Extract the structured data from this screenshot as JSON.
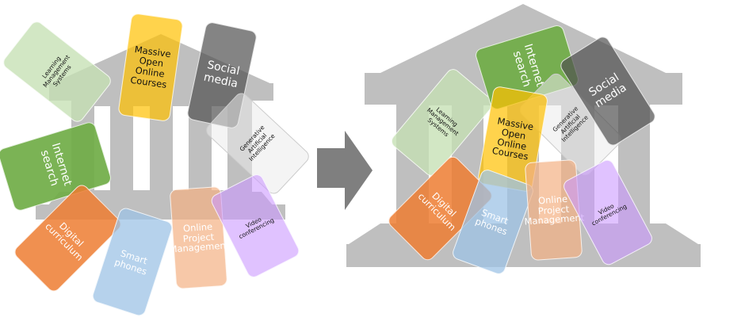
{
  "colors": {
    "building": "#bfbfbf",
    "arrow": "#7f7f7f"
  },
  "icons": {
    "left_building": "classical-building-icon",
    "arrow": "right-arrow-icon",
    "right_building": "classical-building-icon"
  },
  "cards": {
    "lms": "Learning Management Systems",
    "mooc": "Massive Open Online Courses",
    "social": "Social media",
    "genai": "Generative Artificial Intelligence",
    "search": "Internet search",
    "digital": "Digital curriculum",
    "smart": "Smart phones",
    "opm": "Online Project Management",
    "video": "Video conferencing"
  }
}
